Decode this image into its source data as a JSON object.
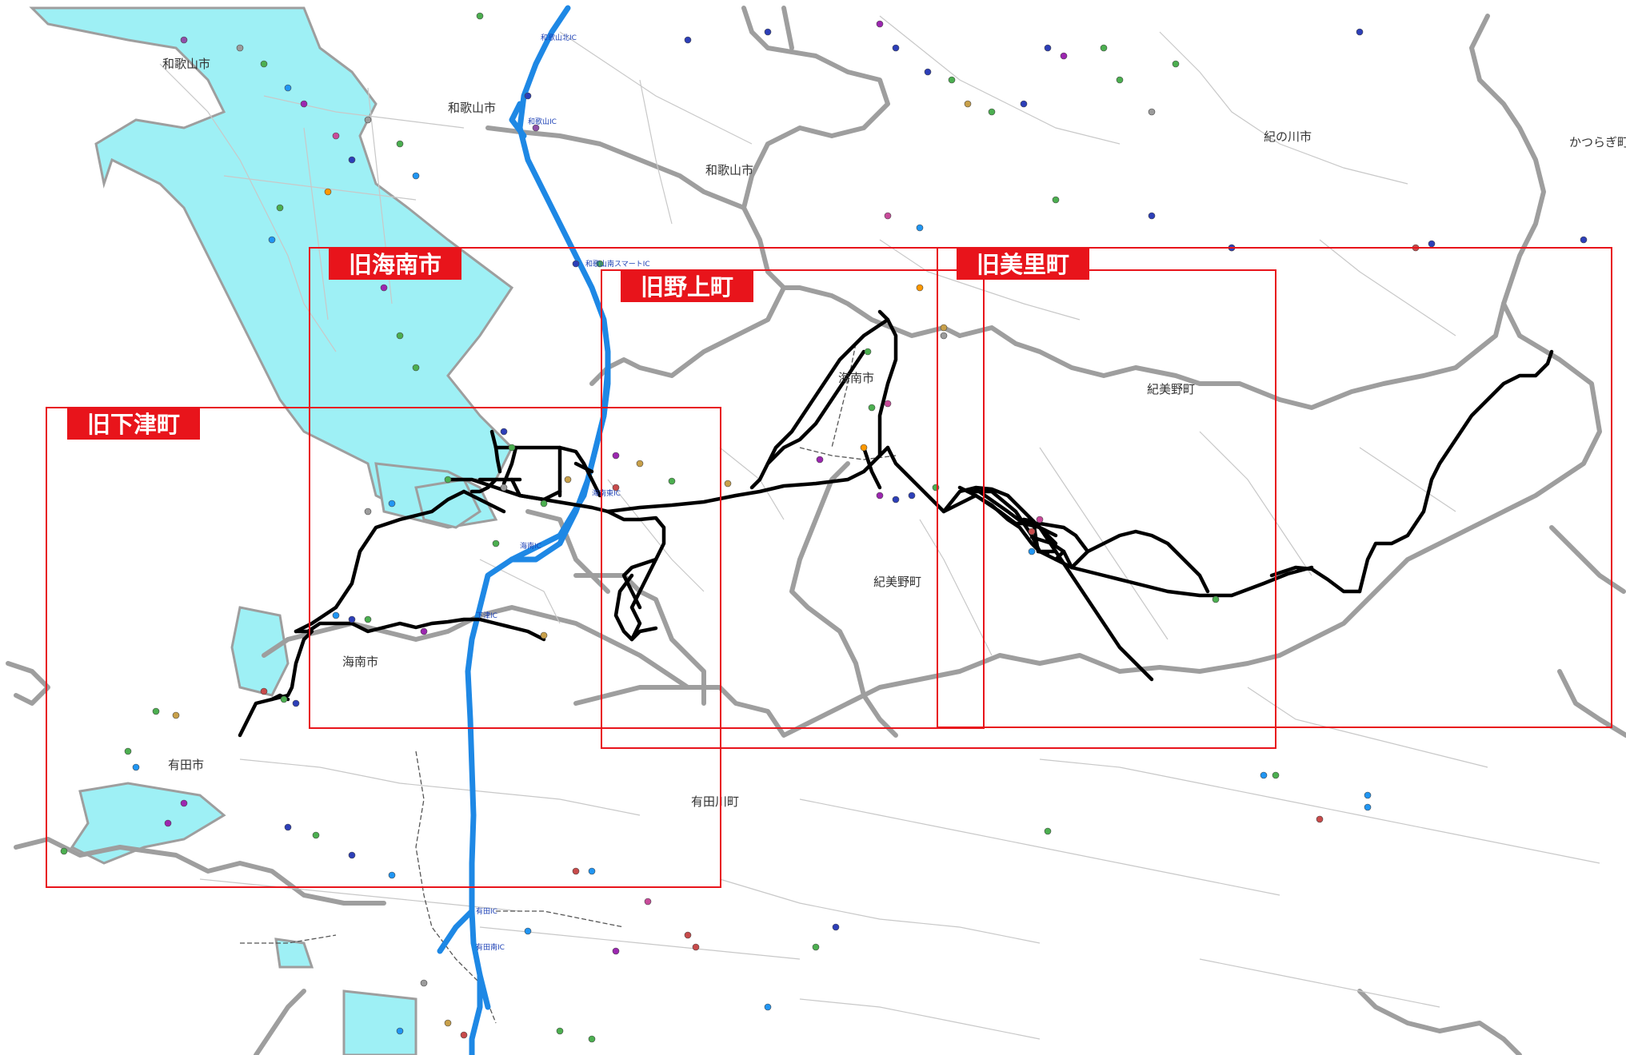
{
  "city_labels": {
    "wakayama_nw": "和歌山市",
    "wakayama_c": "和歌山市",
    "wakayama_e": "和歌山市",
    "kinokawa": "紀の川市",
    "katsuragi": "かつらぎ町",
    "kainan_n": "海南市",
    "kimino_n": "紀美野町",
    "kimino_c": "紀美野町",
    "kainan_s": "海南市",
    "arida": "有田市",
    "aridagawa": "有田川町"
  },
  "ic_labels": {
    "wakayama_kita": "和歌山北IC",
    "wakayama": "和歌山IC",
    "wakayama_minami_smart": "和歌山南スマートIC",
    "kainan_higashi": "海南東IC",
    "kainan": "海南IC",
    "shimotsu": "下津IC",
    "arida": "有田IC",
    "arida_minami": "有田南IC"
  },
  "regions": {
    "kainan": "旧海南市",
    "nokami": "旧野上町",
    "miyama": "旧美里町",
    "shimotsu": "旧下津町"
  },
  "colors": {
    "sea": "#9ef0f5",
    "expressway": "#1e88e5",
    "route": "#000000",
    "boundary": "#9e9e9e",
    "region_red": "#e8141b"
  }
}
